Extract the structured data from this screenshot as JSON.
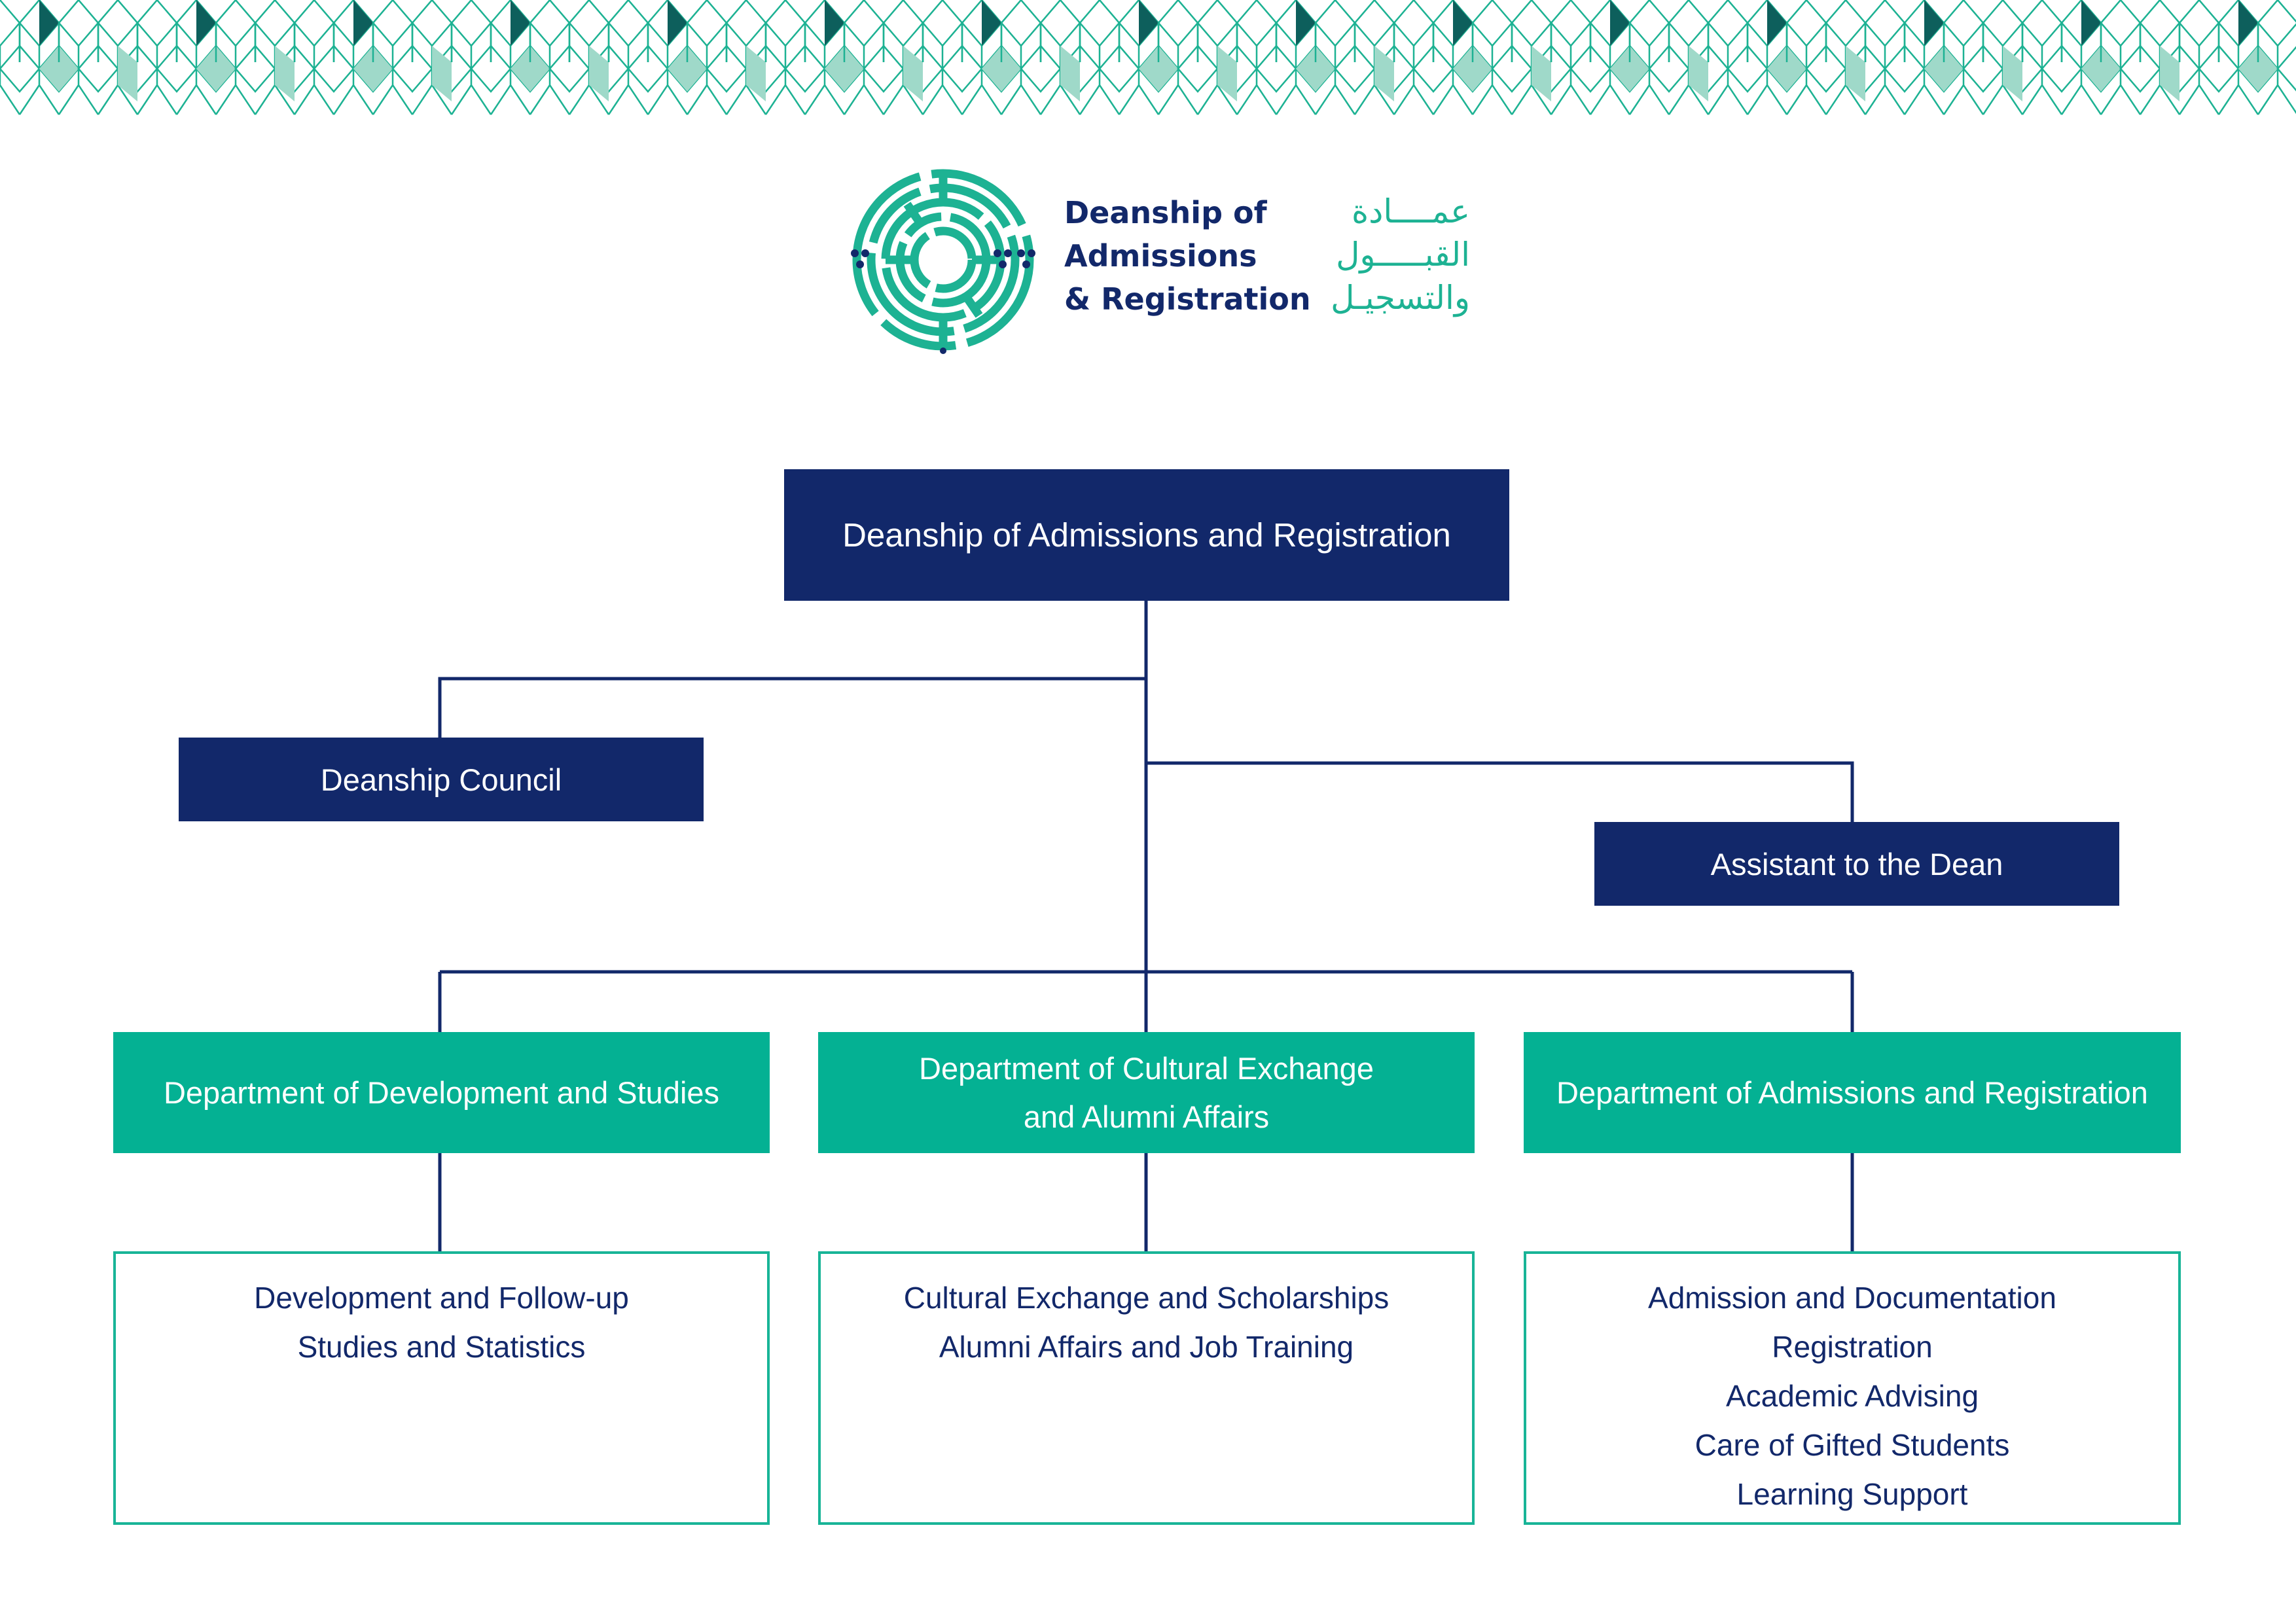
{
  "colors": {
    "navy": "#12286a",
    "teal": "#04b193",
    "teal_light": "#9fd9c9",
    "teal_dark": "#0d5f5c",
    "pattern_line": "#1db293"
  },
  "logo": {
    "english_lines": [
      "Deanship of",
      "Admissions",
      "& Registration"
    ],
    "arabic_lines": [
      "عمــــادة",
      "القبـــــول",
      "والتسجيـل"
    ]
  },
  "org_chart": {
    "root": {
      "label": "Deanship of Admissions and Registration"
    },
    "council": {
      "label": "Deanship Council"
    },
    "assistant": {
      "label": "Assistant to the Dean"
    },
    "departments": [
      {
        "label_lines": [
          "Department of Development and Studies"
        ],
        "units": [
          "Development and Follow-up",
          "Studies and Statistics"
        ]
      },
      {
        "label_lines": [
          "Department of Cultural Exchange",
          "and Alumni Affairs"
        ],
        "units": [
          "Cultural Exchange and Scholarships",
          "Alumni Affairs and Job Training"
        ]
      },
      {
        "label_lines": [
          "Department of Admissions and Registration"
        ],
        "units": [
          "Admission and Documentation",
          "Registration",
          "Academic Advising",
          "Care of Gifted Students",
          "Learning Support"
        ]
      }
    ]
  }
}
